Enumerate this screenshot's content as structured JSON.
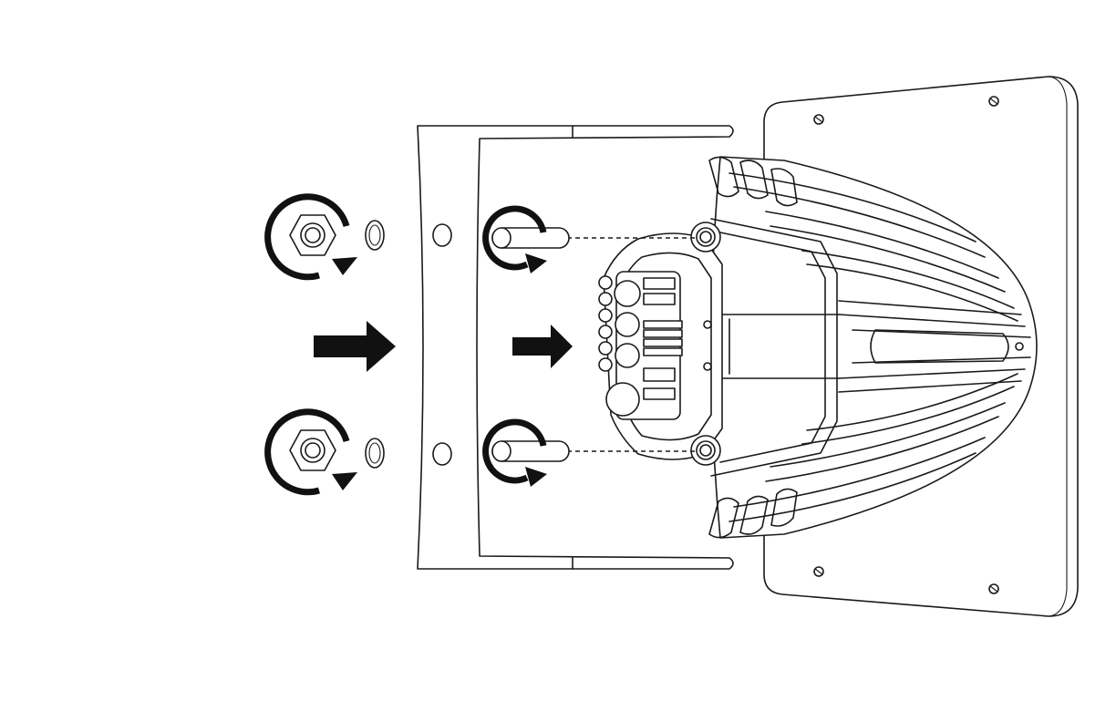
{
  "figure": {
    "type": "assembly-illustration",
    "parts": [
      "nut",
      "washer",
      "mounting-bracket",
      "stud",
      "cast-heatsink-housing",
      "base-plate"
    ],
    "icons": [
      "tighten-rotation-icon",
      "push-direction-arrow-icon",
      "nut-icon",
      "washer-icon"
    ],
    "colors": {
      "line": "#1a1a1a",
      "fill": "#ffffff",
      "arrow": "#111111"
    }
  }
}
